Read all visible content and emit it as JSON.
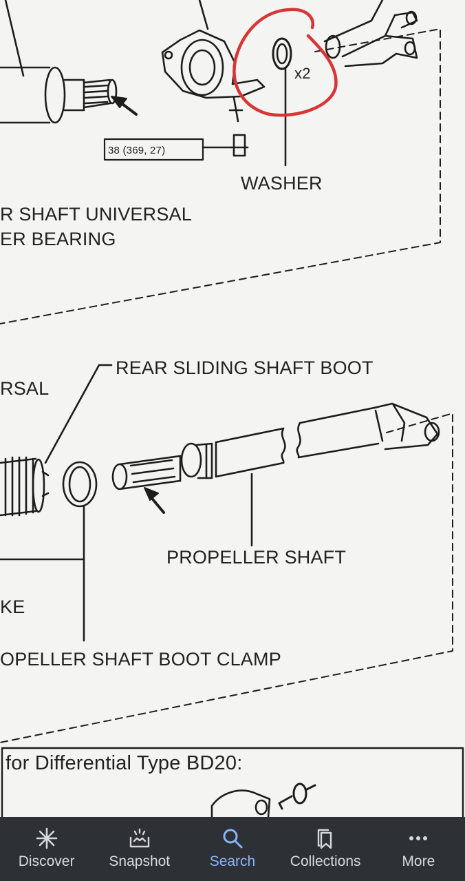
{
  "diagram": {
    "torque_spec": "38 (369, 27)",
    "washer_label": "WASHER",
    "washer_qty": "x2",
    "bearing_label_line1": "R SHAFT UNIVERSAL",
    "bearing_label_line2": "ER BEARING",
    "boot_label": "REAR SLIDING SHAFT BOOT",
    "universal_label": "RSAL",
    "propeller_label": "PROPELLER SHAFT",
    "yoke_label": "KE",
    "clamp_label": "OPELLER SHAFT BOOT CLAMP",
    "differential_note": "for Differential Type BD20:"
  },
  "nav": {
    "items": [
      {
        "label": "Discover",
        "icon": "asterisk-icon"
      },
      {
        "label": "Snapshot",
        "icon": "snapshot-icon"
      },
      {
        "label": "Search",
        "icon": "search-icon"
      },
      {
        "label": "Collections",
        "icon": "bookmarks-icon"
      },
      {
        "label": "More",
        "icon": "more-dots-icon"
      }
    ],
    "active_index": 2,
    "active_color": "#8ab4f8",
    "bar_color": "#2d3035"
  },
  "annotation": {
    "circle_color": "#d93535"
  }
}
